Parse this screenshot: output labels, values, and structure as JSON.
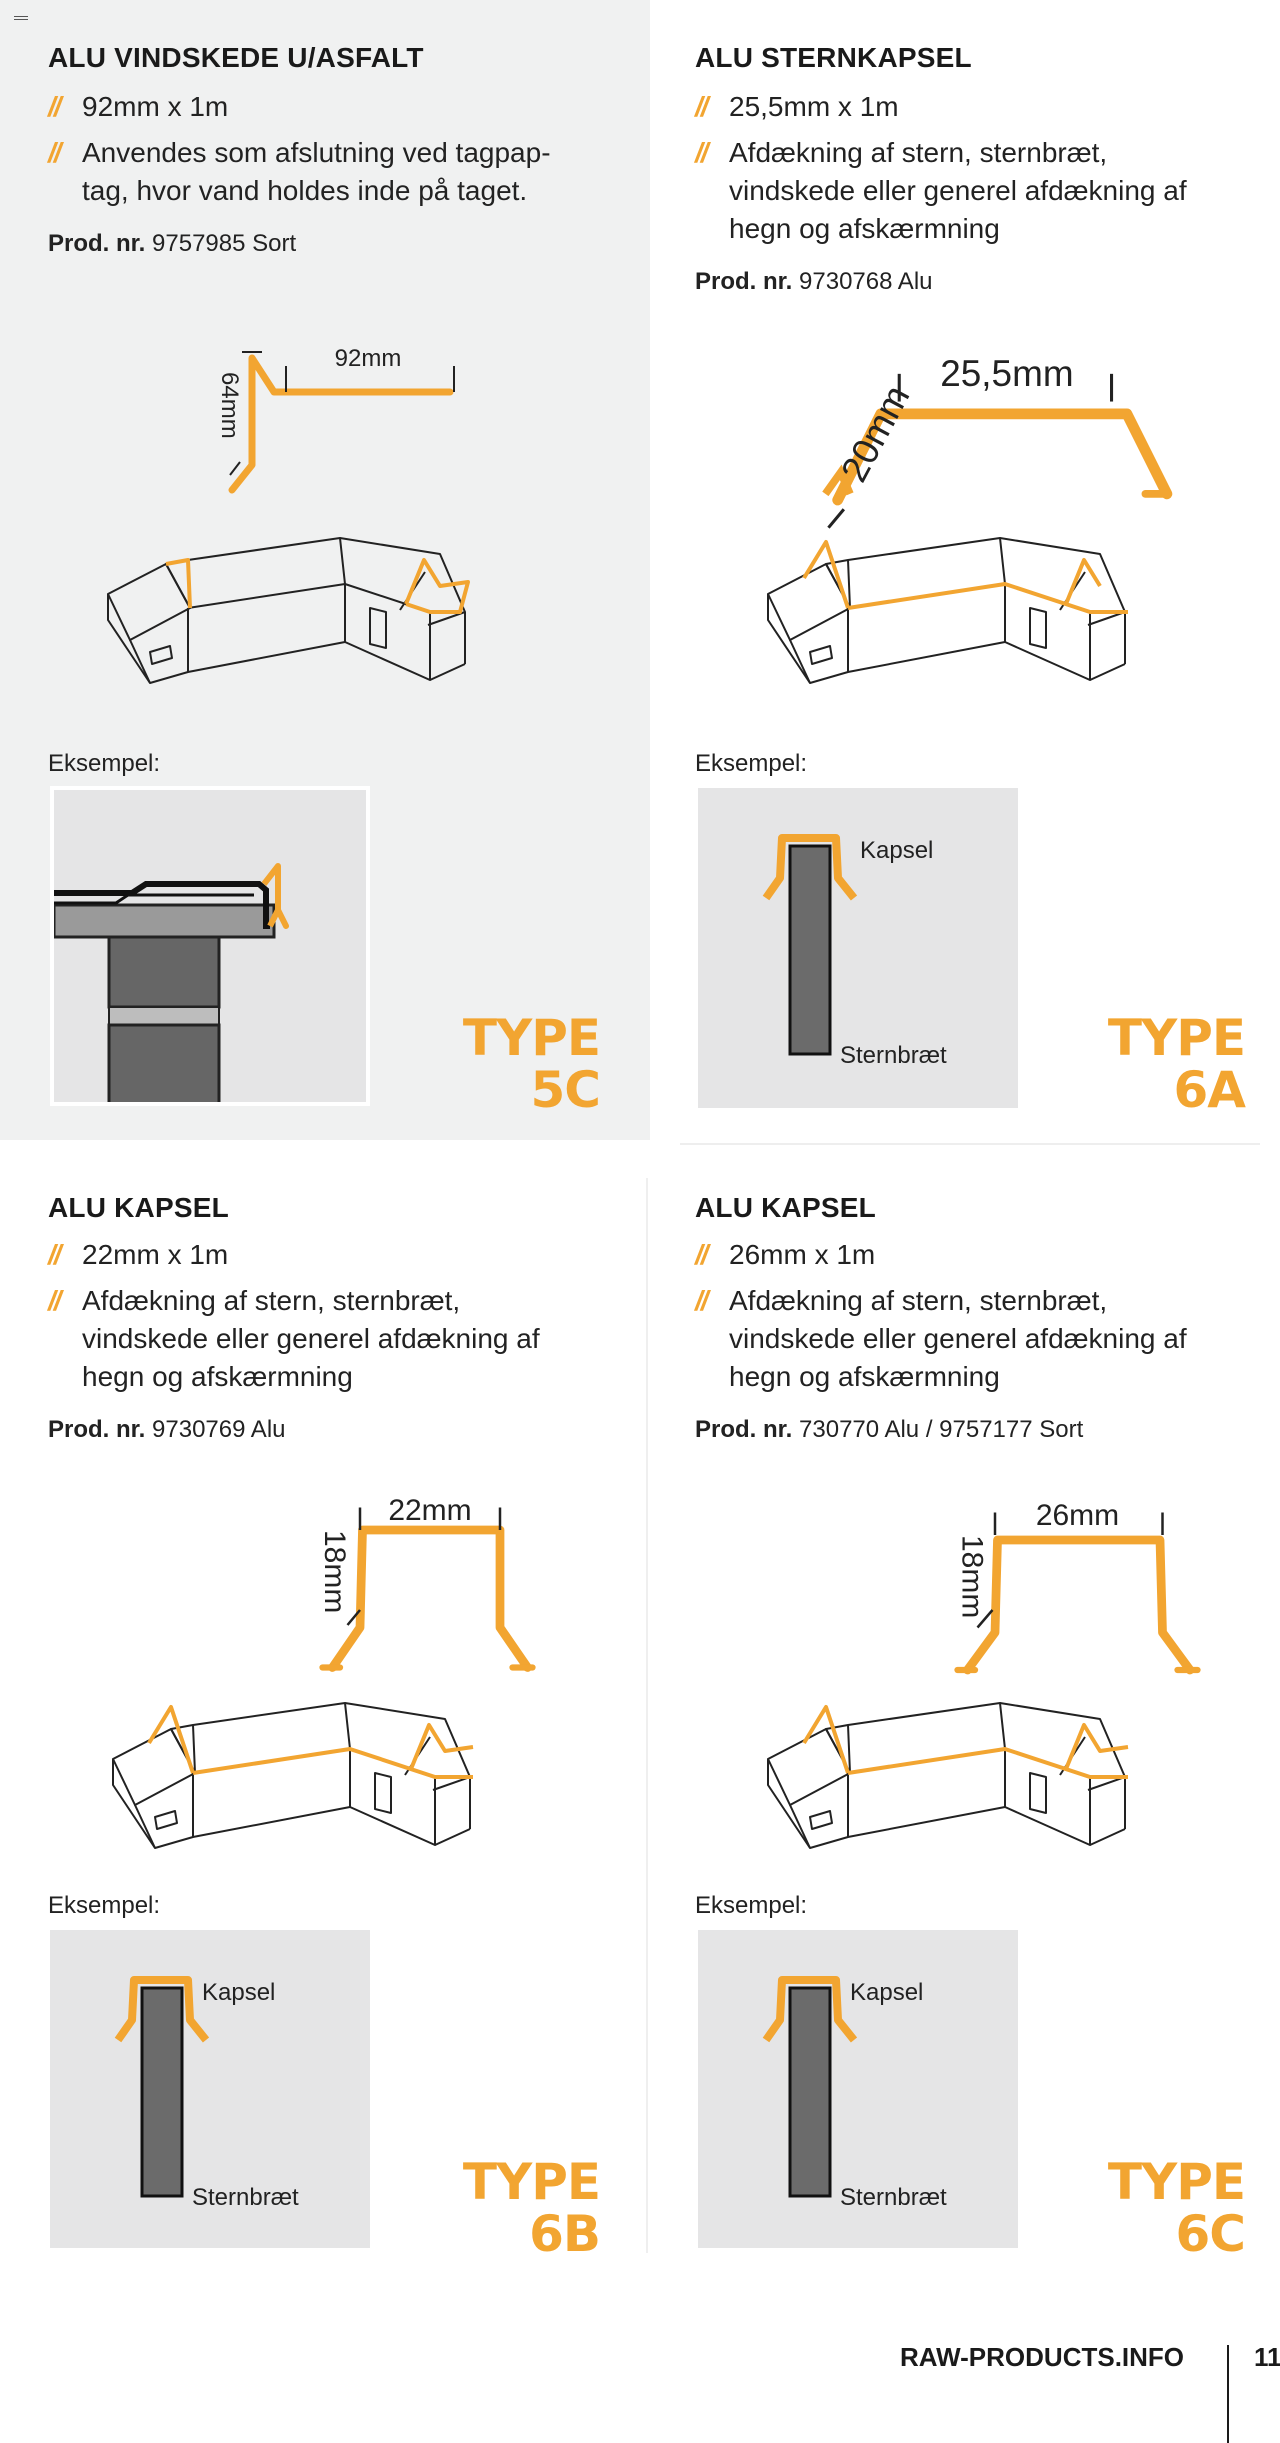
{
  "products": [
    {
      "title": "ALU VINDSKEDE U/ASFALT",
      "bullets": [
        "92mm x 1m",
        "Anvendes som afslutning ved tagpap-",
        "tag, hvor vand holdes inde på taget."
      ],
      "prod_label": "Prod. nr.",
      "prod_value": "9757985 Sort",
      "dim_h": "64mm",
      "dim_w": "92mm",
      "example_label": "Eksempel:",
      "type_word": "TYPE",
      "type_code": "5C"
    },
    {
      "title": "ALU STERNKAPSEL",
      "bullets": [
        "25,5mm x 1m",
        "Afdækning af stern, sternbræt,",
        "vindskede eller generel afdækning af",
        "hegn og afskærmning"
      ],
      "prod_label": "Prod. nr.",
      "prod_value": "9730768 Alu",
      "dim_h": "20mm",
      "dim_w": "25,5mm",
      "example_label": "Eksempel:",
      "kapsel_label": "Kapsel",
      "stern_label": "Sternbræt",
      "type_word": "TYPE",
      "type_code": "6A"
    },
    {
      "title": "ALU KAPSEL",
      "bullets": [
        "22mm x 1m",
        "Afdækning af stern, sternbræt,",
        "vindskede eller generel afdækning af",
        "hegn og afskærmning"
      ],
      "prod_label": "Prod. nr.",
      "prod_value": "9730769 Alu",
      "dim_h": "18mm",
      "dim_w": "22mm",
      "example_label": "Eksempel:",
      "kapsel_label": "Kapsel",
      "stern_label": "Sternbræt",
      "type_word": "TYPE",
      "type_code": "6B"
    },
    {
      "title": "ALU KAPSEL",
      "bullets": [
        "26mm x 1m",
        "Afdækning af stern, sternbræt,",
        "vindskede eller generel afdækning af",
        "hegn og afskærmning"
      ],
      "prod_label": "Prod. nr.",
      "prod_value": "730770 Alu / 9757177 Sort",
      "dim_h": "18mm",
      "dim_w": "26mm",
      "example_label": "Eksempel:",
      "kapsel_label": "Kapsel",
      "stern_label": "Sternbræt",
      "type_word": "TYPE",
      "type_code": "6C"
    }
  ],
  "footer": {
    "site": "RAW-PRODUCTS.INFO",
    "page": "11"
  },
  "colors": {
    "accent": "#f2a531",
    "panel_bg": "#f0f1f1",
    "example_bg": "#e5e5e6",
    "board": "#6b6b6b"
  }
}
